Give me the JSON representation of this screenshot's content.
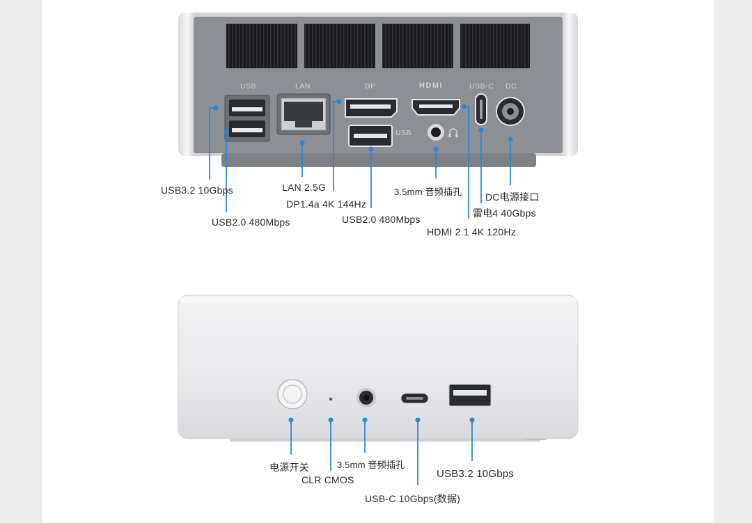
{
  "rear_panel": {
    "port_markings": {
      "usb": "USB",
      "lan": "LAN",
      "dp": "DP",
      "hdmi": "HDMI",
      "usbc": "USB-C",
      "dc": "DC",
      "usb_small": "USB"
    },
    "callouts": {
      "usb32": "USB3.2 10Gbps",
      "usb20_left": "USB2.0 480Mbps",
      "lan": "LAN 2.5G",
      "dp": "DP1.4a 4K 144Hz",
      "usb20_mid": "USB2.0 480Mbps",
      "audio": "3.5mm 音频插孔",
      "dc": "DC电源接口",
      "thunderbolt": "雷电4 40Gbps",
      "hdmi": "HDMI 2.1 4K 120Hz"
    }
  },
  "front_panel": {
    "callouts": {
      "power": "电源开关",
      "clr_cmos": "CLR CMOS",
      "audio": "3.5mm 音频插孔",
      "usbc": "USB-C 10Gbps(数据)",
      "usb32": "USB3.2 10Gbps"
    }
  },
  "colors": {
    "leader_line": "#2f86d6",
    "rear_panel": "#8d9095",
    "chassis": "#e6e7e9",
    "vent": "#1d1d1f"
  }
}
